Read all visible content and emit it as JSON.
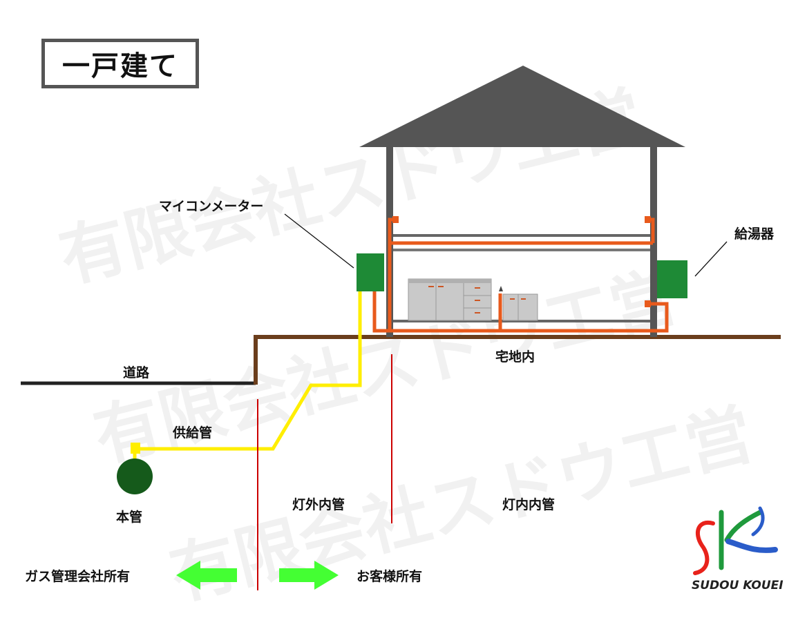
{
  "title": "一戸建て",
  "watermark": "有限会社スドウ工営",
  "labels": {
    "meter": "マイコンメーター",
    "water_heater": "給湯器",
    "road": "道路",
    "premises": "宅地内",
    "supply_pipe": "供給管",
    "main_pipe": "本管",
    "outdoor_pipe": "灯外内管",
    "indoor_pipe": "灯内内管",
    "gas_company_owned": "ガス管理会社所有",
    "customer_owned": "お客様所有"
  },
  "logo": {
    "text": "SUDOU KOUEI",
    "colors": [
      "#e8221b",
      "#1f9a3c",
      "#2a5cc9"
    ]
  },
  "colors": {
    "gas_pipe_outdoor": "#ffee00",
    "gas_pipe_indoor": "#e85a1c",
    "boundary_line": "#cc0000",
    "equipment": "#1e8a36",
    "main_pipe": "#155a1b",
    "ground": "#6b3e1c",
    "house": "#555555",
    "arrow": "#44ff33"
  }
}
